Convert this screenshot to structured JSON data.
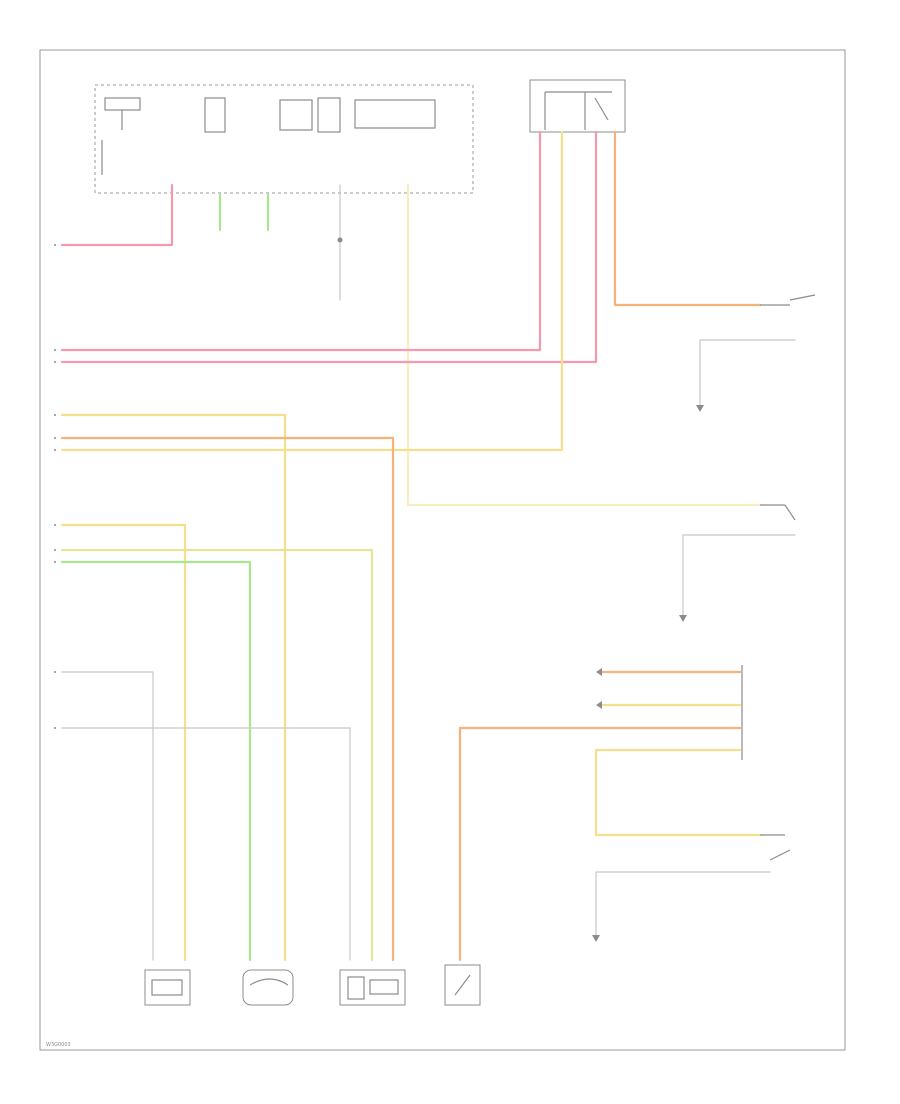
{
  "figure_id": "W3G0003",
  "colors": {
    "pink": "#f49ab0",
    "yellow": "#f4e08a",
    "orange": "#f7b27a",
    "green": "#a9e78f",
    "yellow_green": "#e7e39a",
    "pale_yellow": "#f7eec2",
    "gray": "#c8c8c8",
    "frame": "#9a9a9a"
  },
  "icons": [
    "ground-symbol",
    "switch-symbol",
    "connector-arrow"
  ]
}
